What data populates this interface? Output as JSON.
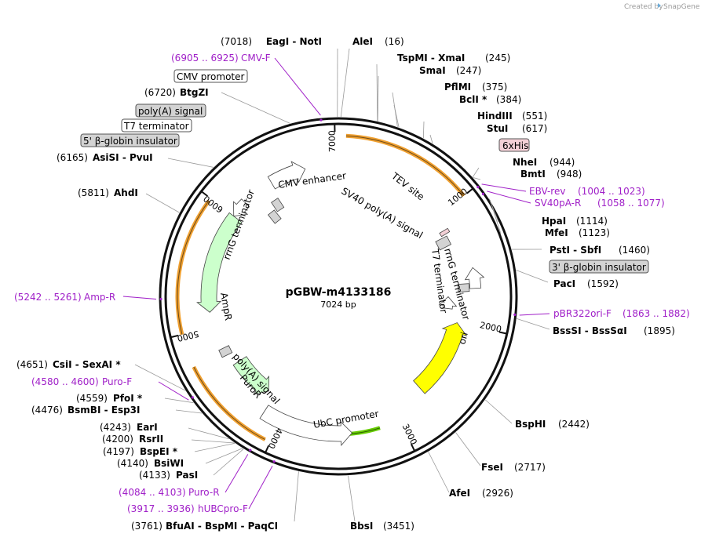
{
  "header": {
    "created_by": "Created by",
    "brand": "SnapGene"
  },
  "plasmid": {
    "name": "pGBW-m4133186",
    "size_label": "7024 bp",
    "length": 7024
  },
  "ticks": [
    "1000",
    "2000",
    "3000",
    "4000",
    "5000",
    "6000",
    "7000"
  ],
  "enzymes": [
    {
      "name": "EagI  -  NotI",
      "pos": "(7018)"
    },
    {
      "name": "AleI",
      "pos": "(16)"
    },
    {
      "name": "TspMI  -  XmaI",
      "pos": "(245)"
    },
    {
      "name": "SmaI",
      "pos": "(247)"
    },
    {
      "name": "PflMI",
      "pos": "(375)"
    },
    {
      "name": "BclI *",
      "pos": "(384)"
    },
    {
      "name": "HindIII",
      "pos": "(551)"
    },
    {
      "name": "StuI",
      "pos": "(617)"
    },
    {
      "name": "NheI",
      "pos": "(944)"
    },
    {
      "name": "BmtI",
      "pos": "(948)"
    },
    {
      "name": "HpaI",
      "pos": "(1114)"
    },
    {
      "name": "MfeI",
      "pos": "(1123)"
    },
    {
      "name": "PstI  -  SbfI",
      "pos": "(1460)"
    },
    {
      "name": "PacI",
      "pos": "(1592)"
    },
    {
      "name": "BssSI  -  BssSαI",
      "pos": "(1895)"
    },
    {
      "name": "BspHI",
      "pos": "(2442)"
    },
    {
      "name": "FseI",
      "pos": "(2717)"
    },
    {
      "name": "AfeI",
      "pos": "(2926)"
    },
    {
      "name": "BbsI",
      "pos": "(3451)"
    },
    {
      "name": "BfuAI  -  BspMI  -  PaqCI",
      "pos": "(3761)"
    },
    {
      "name": "PasI",
      "pos": "(4133)"
    },
    {
      "name": "BsiWI",
      "pos": "(4140)"
    },
    {
      "name": "BspEI *",
      "pos": "(4197)"
    },
    {
      "name": "RsrII",
      "pos": "(4200)"
    },
    {
      "name": "EarI",
      "pos": "(4243)"
    },
    {
      "name": "BsmBI  -  Esp3I",
      "pos": "(4476)"
    },
    {
      "name": "PfoI *",
      "pos": "(4559)"
    },
    {
      "name": "CsiI  -  SexAI *",
      "pos": "(4651)"
    },
    {
      "name": "AhdI",
      "pos": "(5811)"
    },
    {
      "name": "AsiSI  -  PvuI",
      "pos": "(6165)"
    },
    {
      "name": "BtgZI",
      "pos": "(6720)"
    }
  ],
  "primers": [
    {
      "name": "CMV-F",
      "range": "(6905 .. 6925)"
    },
    {
      "name": "EBV-rev",
      "range": "(1004 .. 1023)"
    },
    {
      "name": "SV40pA-R",
      "range": "(1058 .. 1077)"
    },
    {
      "name": "pBR322ori-F",
      "range": "(1863 .. 1882)"
    },
    {
      "name": "Amp-R",
      "range": "(5242 .. 5261)"
    },
    {
      "name": "Puro-F",
      "range": "(4580 .. 4600)"
    },
    {
      "name": "Puro-R",
      "range": "(4084 .. 4103)"
    },
    {
      "name": "hUBCpro-F",
      "range": "(3917 .. 3936)"
    }
  ],
  "boxed_labels": {
    "cmv_promoter": "CMV promoter",
    "polya_signal": "poly(A) signal",
    "t7_terminator": "T7 terminator",
    "beta_globin_5": "5' β-globin insulator",
    "his6": "6xHis",
    "beta_globin_3": "3' β-globin insulator"
  },
  "features": {
    "cmv_enhancer": "CMV enhancer",
    "tev_site": "TEV site",
    "sv40_polya": "SV40 poly(A) signal",
    "rrng_term_right": "rrnG terminator",
    "t7_term_right": "T7 terminator",
    "ori": "ori",
    "ubc_promoter": "UbC promoter",
    "puror": "PuroR",
    "polya_left": "poly(A) signal",
    "ampr": "AmpR",
    "rrng_term_left": "rrnG terminator"
  },
  "colors": {
    "ori": "#ffff00",
    "resistance": "#ccffcc",
    "primer": "#a020c8",
    "orf_orange": "#f0a030",
    "ubc_green": "#66cc00",
    "his6_box": "#f3d0d6",
    "gray_box": "#d3d3d3"
  }
}
